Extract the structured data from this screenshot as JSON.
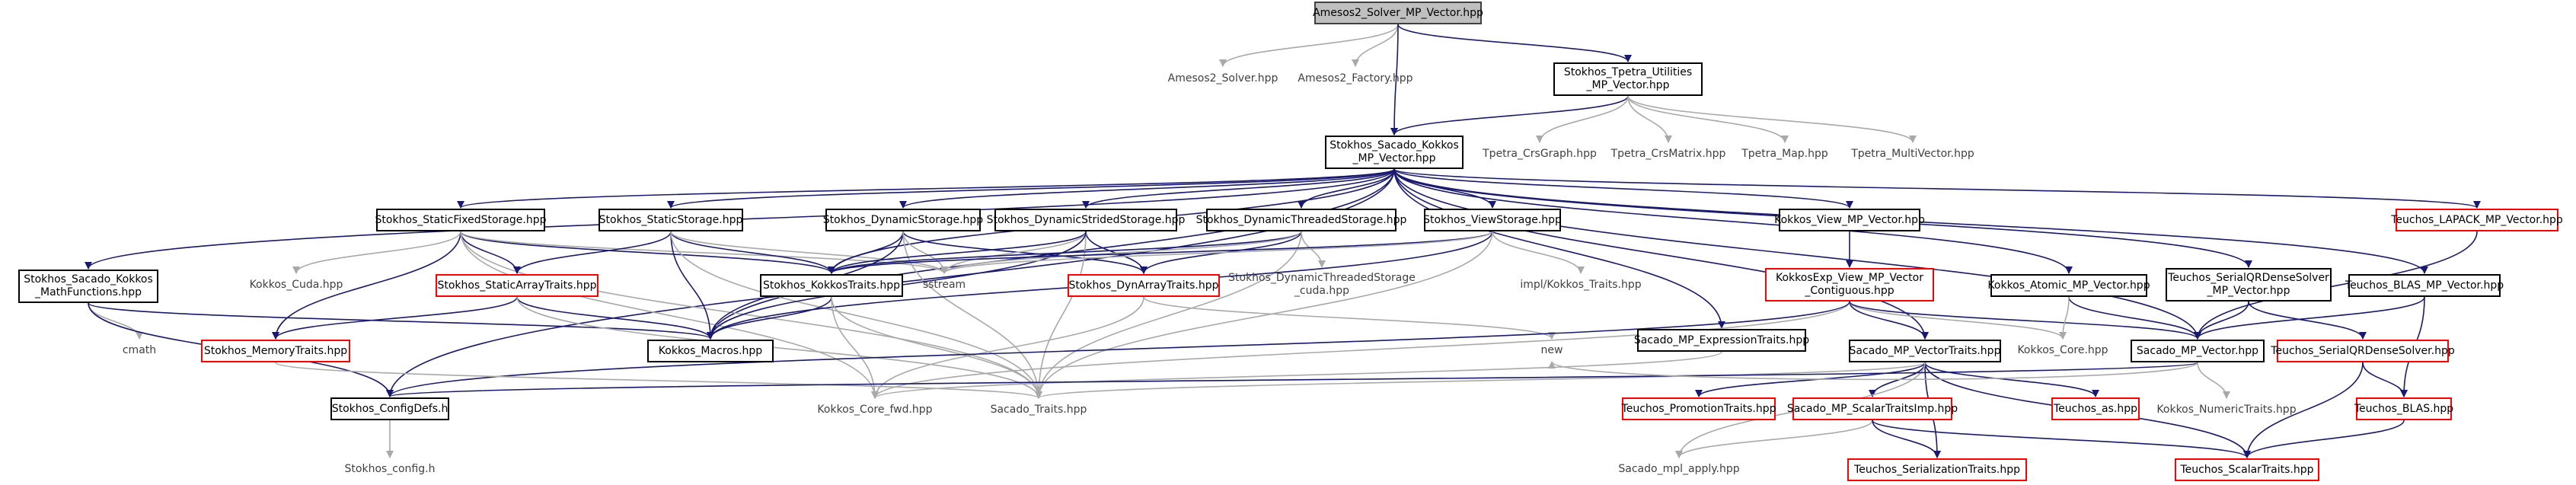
{
  "diagram": {
    "kind": "include-dependency-graph",
    "colors": {
      "edge_dark": "#191970",
      "edge_grey": "#a9a9a9",
      "box_red": "#ff0000",
      "box_black": "#000000",
      "root_fill": "#bfbfbf"
    },
    "nodes": {
      "root": {
        "lines": [
          "Amesos2_Solver_MP_Vector.hpp"
        ]
      },
      "amesos2_solver": {
        "lines": [
          "Amesos2_Solver.hpp"
        ]
      },
      "amesos2_factory": {
        "lines": [
          "Amesos2_Factory.hpp"
        ]
      },
      "tpetra_utilities": {
        "lines": [
          "Stokhos_Tpetra_Utilities",
          "_MP_Vector.hpp"
        ]
      },
      "sacado_kokkos": {
        "lines": [
          "Stokhos_Sacado_Kokkos",
          "_MP_Vector.hpp"
        ]
      },
      "tpetra_crsgraph": {
        "lines": [
          "Tpetra_CrsGraph.hpp"
        ]
      },
      "tpetra_crsmatrix": {
        "lines": [
          "Tpetra_CrsMatrix.hpp"
        ]
      },
      "tpetra_map": {
        "lines": [
          "Tpetra_Map.hpp"
        ]
      },
      "tpetra_multivector": {
        "lines": [
          "Tpetra_MultiVector.hpp"
        ]
      },
      "static_fixed": {
        "lines": [
          "Stokhos_StaticFixedStorage.hpp"
        ]
      },
      "static_storage": {
        "lines": [
          "Stokhos_StaticStorage.hpp"
        ]
      },
      "dynamic_storage": {
        "lines": [
          "Stokhos_DynamicStorage.hpp"
        ]
      },
      "dynamic_strided": {
        "lines": [
          "Stokhos_DynamicStridedStorage.hpp"
        ]
      },
      "dynamic_threaded": {
        "lines": [
          "Stokhos_DynamicThreadedStorage.hpp"
        ]
      },
      "view_storage": {
        "lines": [
          "Stokhos_ViewStorage.hpp"
        ]
      },
      "kokkos_view_mp": {
        "lines": [
          "Kokkos_View_MP_Vector.hpp"
        ]
      },
      "teuchos_lapack": {
        "lines": [
          "Teuchos_LAPACK_MP_Vector.hpp"
        ]
      },
      "math_functions": {
        "lines": [
          "Stokhos_Sacado_Kokkos",
          "_MathFunctions.hpp"
        ]
      },
      "kokkos_cuda": {
        "lines": [
          "Kokkos_Cuda.hpp"
        ]
      },
      "static_array_traits": {
        "lines": [
          "Stokhos_StaticArrayTraits.hpp"
        ]
      },
      "kokkos_traits": {
        "lines": [
          "Stokhos_KokkosTraits.hpp"
        ]
      },
      "sstream": {
        "lines": [
          "sstream"
        ]
      },
      "dyn_array_traits": {
        "lines": [
          "Stokhos_DynArrayTraits.hpp"
        ]
      },
      "dyn_threaded_cuda": {
        "lines": [
          "Stokhos_DynamicThreadedStorage",
          "_cuda.hpp"
        ]
      },
      "impl_kokkos_traits": {
        "lines": [
          "impl/Kokkos_Traits.hpp"
        ]
      },
      "kokkosexp_view": {
        "lines": [
          "KokkosExp_View_MP_Vector",
          "_Contiguous.hpp"
        ]
      },
      "kokkos_atomic": {
        "lines": [
          "Kokkos_Atomic_MP_Vector.hpp"
        ]
      },
      "teuchos_serialqr_mp": {
        "lines": [
          "Teuchos_SerialQRDenseSolver",
          "_MP_Vector.hpp"
        ]
      },
      "teuchos_blas_mp": {
        "lines": [
          "Teuchos_BLAS_MP_Vector.hpp"
        ]
      },
      "cmath": {
        "lines": [
          "cmath"
        ]
      },
      "memory_traits": {
        "lines": [
          "Stokhos_MemoryTraits.hpp"
        ]
      },
      "kokkos_macros": {
        "lines": [
          "Kokkos_Macros.hpp"
        ]
      },
      "new": {
        "lines": [
          "new"
        ]
      },
      "expression_traits": {
        "lines": [
          "Sacado_MP_ExpressionTraits.hpp"
        ]
      },
      "vector_traits": {
        "lines": [
          "Sacado_MP_VectorTraits.hpp"
        ]
      },
      "kokkos_core": {
        "lines": [
          "Kokkos_Core.hpp"
        ]
      },
      "sacado_mp_vector": {
        "lines": [
          "Sacado_MP_Vector.hpp"
        ]
      },
      "teuchos_serialqr": {
        "lines": [
          "Teuchos_SerialQRDenseSolver.hpp"
        ]
      },
      "configdefs": {
        "lines": [
          "Stokhos_ConfigDefs.h"
        ]
      },
      "kokkos_core_fwd": {
        "lines": [
          "Kokkos_Core_fwd.hpp"
        ]
      },
      "sacado_traits": {
        "lines": [
          "Sacado_Traits.hpp"
        ]
      },
      "promotion_traits": {
        "lines": [
          "Teuchos_PromotionTraits.hpp"
        ]
      },
      "scalar_traits_imp": {
        "lines": [
          "Sacado_MP_ScalarTraitsImp.hpp"
        ]
      },
      "teuchos_as": {
        "lines": [
          "Teuchos_as.hpp"
        ]
      },
      "kokkos_numeric": {
        "lines": [
          "Kokkos_NumericTraits.hpp"
        ]
      },
      "teuchos_blas": {
        "lines": [
          "Teuchos_BLAS.hpp"
        ]
      },
      "stokhos_config": {
        "lines": [
          "Stokhos_config.h"
        ]
      },
      "sacado_mpl_apply": {
        "lines": [
          "Sacado_mpl_apply.hpp"
        ]
      },
      "serialization_traits": {
        "lines": [
          "Teuchos_SerializationTraits.hpp"
        ]
      },
      "teuchos_scalar_traits": {
        "lines": [
          "Teuchos_ScalarTraits.hpp"
        ]
      }
    }
  }
}
